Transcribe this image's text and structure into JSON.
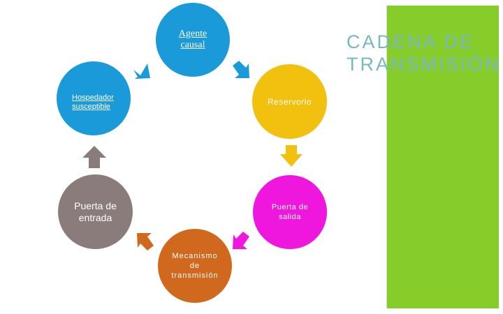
{
  "title": {
    "line1": "CADENA DE",
    "line2": "TRANSMISIÓN"
  },
  "nodes": {
    "agente_causal": "Agente causal",
    "reservorio": "Reservorio",
    "puerta_salida": "Puerta de salida",
    "mecanismo_transmision": "Mecanismo de transmisión",
    "puerta_entrada": "Puerta de entrada",
    "hospedador_susceptible": "Hospedador susceptible"
  },
  "colors": {
    "panel": "#86cc2a",
    "title": "#78b8c6",
    "agente_causal": "#1a9ad9",
    "reservorio": "#f2c00f",
    "puerta_salida": "#ef16dd",
    "mecanismo_transmision": "#d0691d",
    "puerta_entrada": "#8b7c7c",
    "hospedador_susceptible": "#1a9ad9"
  }
}
